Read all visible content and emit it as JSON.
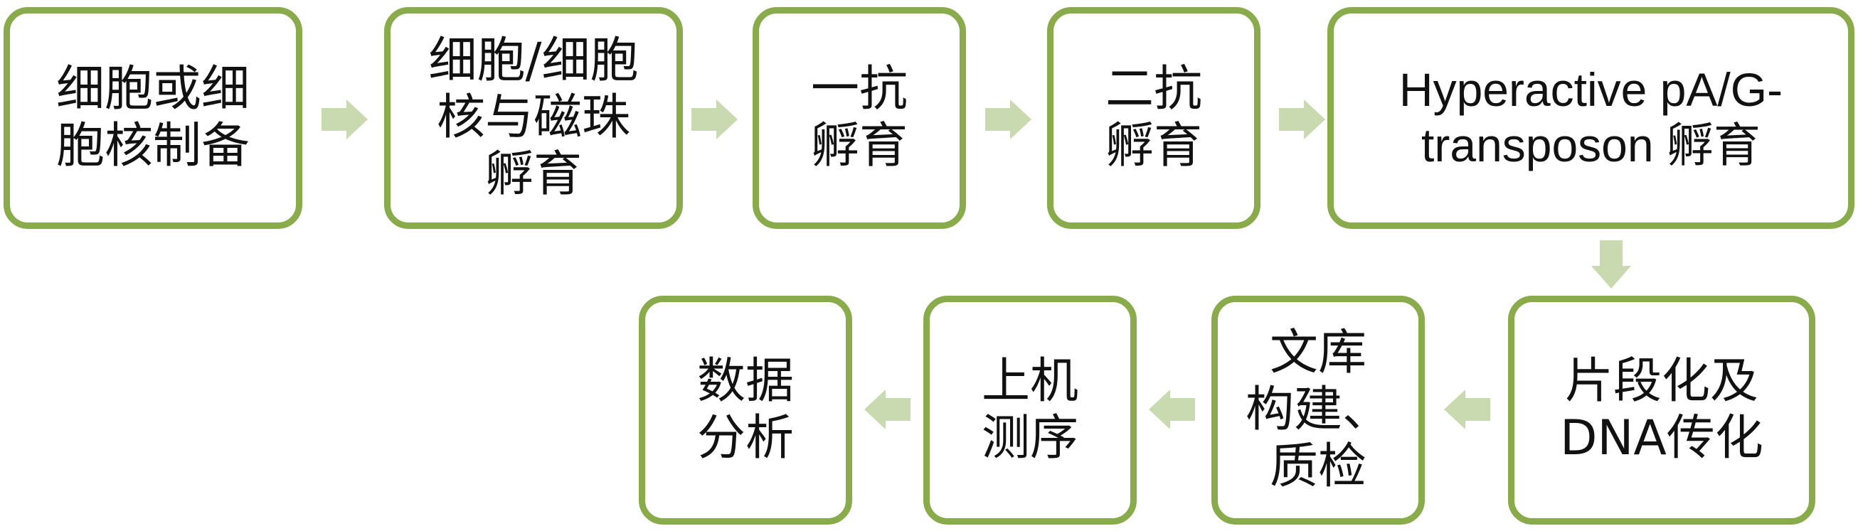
{
  "colors": {
    "box_border": "#8aab4c",
    "arrow_fill": "#c9d9b0",
    "text": "#111111"
  },
  "steps": [
    {
      "label": "细胞或细\n胞核制备"
    },
    {
      "label": "细胞/细胞\n核与磁珠\n孵育"
    },
    {
      "label": "一抗\n孵育"
    },
    {
      "label": "二抗\n孵育"
    },
    {
      "label": "Hyperactive pA/G-\ntransposon 孵育"
    },
    {
      "label": "片段化及\nDNA传化"
    },
    {
      "label": "文库\n构建、\n质检"
    },
    {
      "label": "上机\n测序"
    },
    {
      "label": "数据\n分析"
    }
  ]
}
